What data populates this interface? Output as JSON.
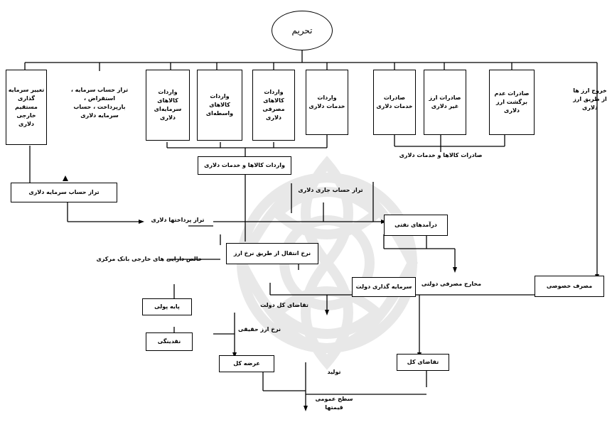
{
  "root": "تحریم",
  "nodes": {
    "box_right_export": "خروج ارز ها از طریق ارز دلاری",
    "box_export_nontransfer": "صادرات عدم برگشت ارز دلاری",
    "box_export_noncurrency": "صادرات ارز غیر دلاری",
    "box_export_services": "صادرات خدمات دلاری",
    "box_import_services": "واردات خدمات دلاری",
    "box_import_goods_nondollar": "واردات کالاهای مصرفی دلاری",
    "box_import_raw": "واردات کالاهای واسطه‌ای",
    "box_import_capital": "واردات کالاهای سرمایه‌ای دلاری",
    "text_capital_account": "تراز حساب سرمایه ، استقراض ، بازپرداخت ، حساب سرمایه دلاری",
    "box_left_reserve": "تغییر سرمایه گذاری مستقیم خارجی دلاری",
    "label_export_goods": "صادرات کالاها و خدمات دلاری",
    "box_import_goods_services": "واردات کالاها و خدمات دلاری",
    "box_capital_balance": "تراز حساب سرمایه دلاری",
    "label_current_balance": "تراز حساب جاری دلاری",
    "label_payments_balance": "تراز پرداختها دلاری",
    "box_deficit": "درآمدهای نفتی",
    "label_reserves": "خالص دارایی های خارجی بانک مرکزی",
    "box_exchange_rate": "نرخ انتقال از طریق نرخ ارز",
    "label_gov_demand": "تقاضای کل دولت",
    "label_imports_total": "مخارج مصرفی دولتی",
    "box_gov_investment": "سرمایه گذاری دولت",
    "box_private": "مصرف خصوصی",
    "label_monetary_base": "پایه پولی",
    "label_real_gdp": "نرخ ارز حقیقی",
    "box_liquidity": "نقدینگی",
    "box_total_demand": "عرضه کل",
    "box_aggregate": "تقاضای کل",
    "label_inflation": "تولید",
    "label_unemployment": "سطح عمومی قیمتها"
  }
}
